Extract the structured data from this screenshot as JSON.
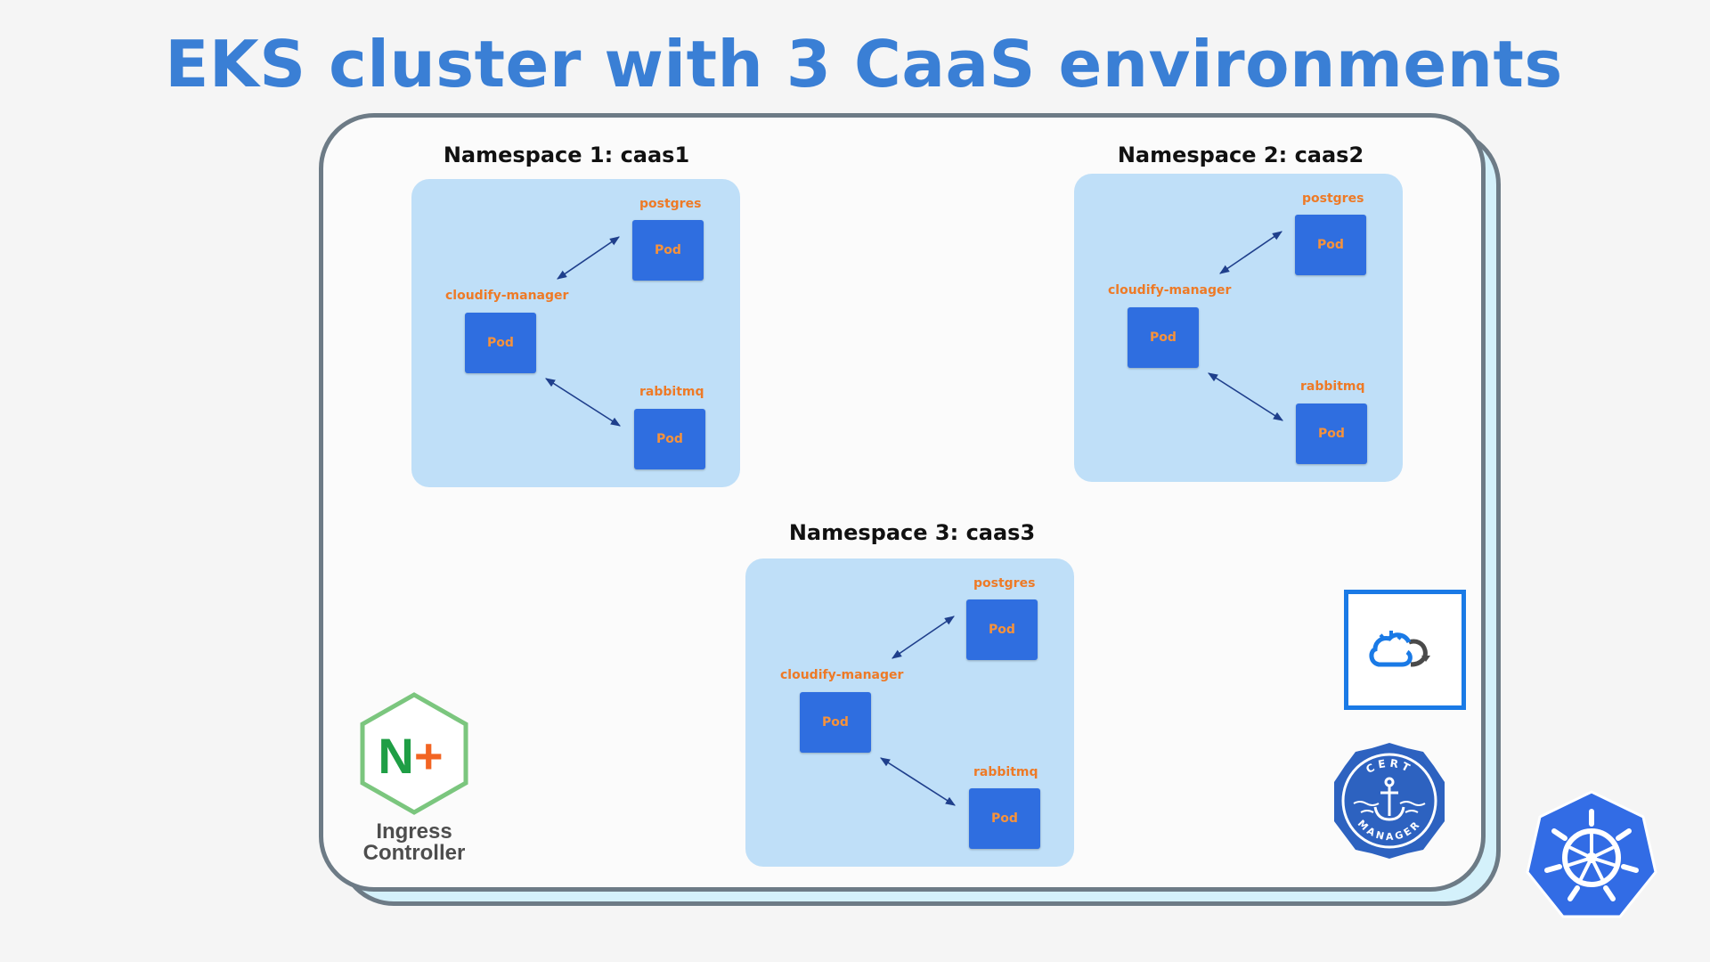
{
  "title": "EKS cluster with 3 CaaS environments",
  "colors": {
    "title": "#3a7fd5",
    "namespace_box": "#bfdff8",
    "pod": "#2f6ee0",
    "label": "#ee7a26",
    "cluster_border": "#6d7b86",
    "arrow": "#1f3f8c"
  },
  "namespaces": [
    {
      "title": "Namespace 1: caas1",
      "postgres": {
        "label": "postgres",
        "pod": "Pod"
      },
      "manager": {
        "label": "cloudify-manager",
        "pod": "Pod"
      },
      "rabbitmq": {
        "label": "rabbitmq",
        "pod": "Pod"
      }
    },
    {
      "title": "Namespace 2: caas2",
      "postgres": {
        "label": "postgres",
        "pod": "Pod"
      },
      "manager": {
        "label": "cloudify-manager",
        "pod": "Pod"
      },
      "rabbitmq": {
        "label": "rabbitmq",
        "pod": "Pod"
      }
    },
    {
      "title": "Namespace 3: caas3",
      "postgres": {
        "label": "postgres",
        "pod": "Pod"
      },
      "manager": {
        "label": "cloudify-manager",
        "pod": "Pod"
      },
      "rabbitmq": {
        "label": "rabbitmq",
        "pod": "Pod"
      }
    }
  ],
  "logos": {
    "ingress": {
      "mark": "N+",
      "line1": "Ingress",
      "line2": "Controller",
      "icon": "nginx-plus-icon"
    },
    "cloudify": {
      "icon": "cloudify-icon"
    },
    "cert_manager": {
      "line1": "CERT",
      "line2": "MANAGER",
      "icon": "cert-manager-icon"
    },
    "kubernetes": {
      "icon": "kubernetes-helm-icon"
    }
  }
}
